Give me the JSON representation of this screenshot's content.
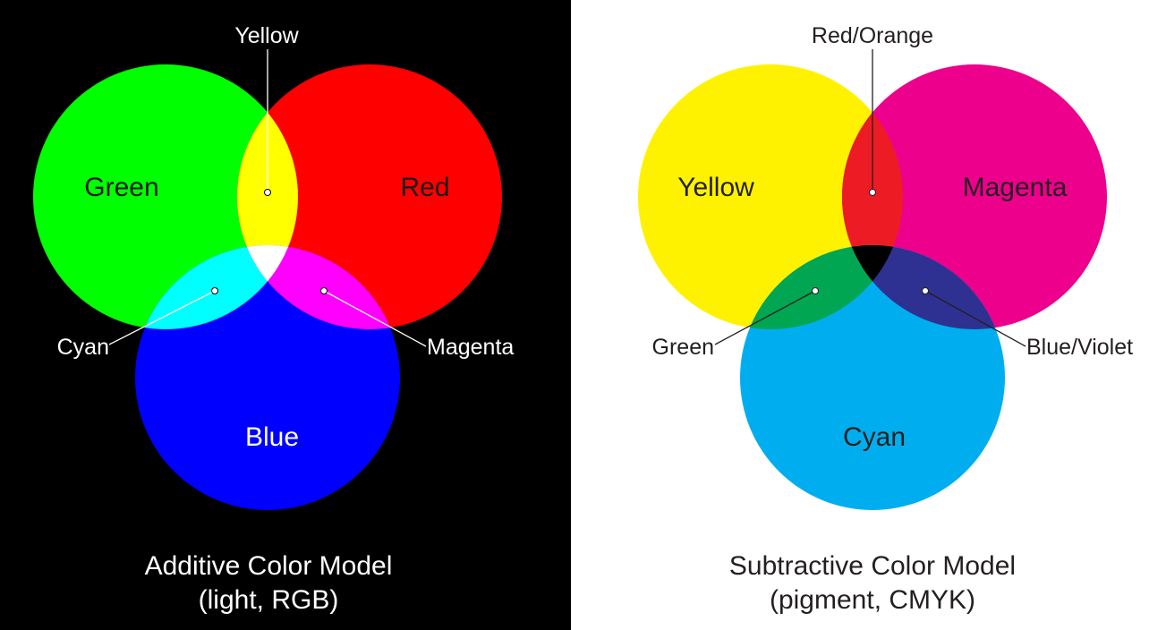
{
  "additive": {
    "caption_line1": "Additive Color Model",
    "caption_line2": "(light, RGB)",
    "circle_labels": {
      "top_left": "Green",
      "top_right": "Red",
      "bottom": "Blue"
    },
    "overlap_labels": {
      "top": "Yellow",
      "left": "Cyan",
      "right": "Magenta"
    },
    "colors": {
      "background": "#000000",
      "top_left": "#00ff00",
      "top_right": "#ff0000",
      "bottom": "#0000ff",
      "overlap_top": "#ffff00",
      "overlap_left": "#00ffff",
      "overlap_right": "#ff00ff",
      "center": "#ffffff",
      "text": "#ffffff",
      "leader": "#ffffff"
    }
  },
  "subtractive": {
    "caption_line1": "Subtractive Color Model",
    "caption_line2": "(pigment, CMYK)",
    "circle_labels": {
      "top_left": "Yellow",
      "top_right": "Magenta",
      "bottom": "Cyan"
    },
    "overlap_labels": {
      "top": "Red/Orange",
      "left": "Green",
      "right": "Blue/Violet"
    },
    "colors": {
      "background": "#ffffff",
      "top_left": "#fff200",
      "top_right": "#ec008c",
      "bottom": "#00aeef",
      "overlap_top": "#ed1c24",
      "overlap_left": "#00a651",
      "overlap_right": "#2e3192",
      "center": "#000000",
      "text": "#231f20",
      "leader": "#231f20"
    }
  }
}
